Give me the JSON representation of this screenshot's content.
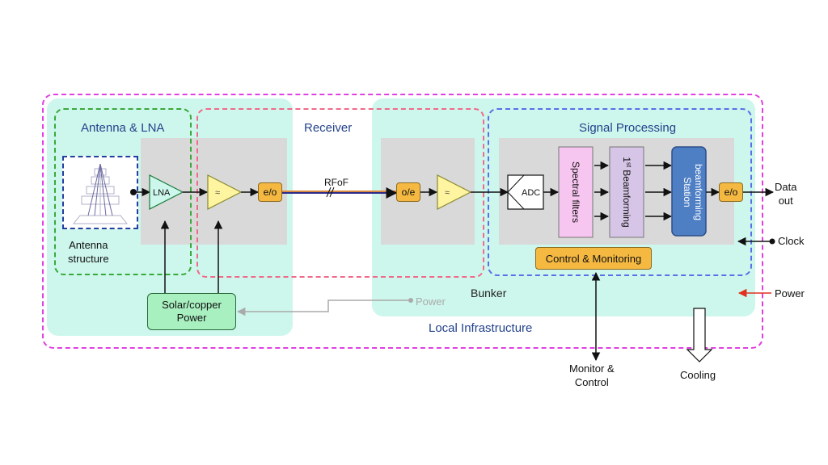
{
  "groups": {
    "antenna_lna": "Antenna & LNA",
    "receiver": "Receiver",
    "signal_processing": "Signal Processing",
    "bunker": "Bunker",
    "local_infrastructure": "Local  Infrastructure"
  },
  "labels": {
    "antenna_structure_1": "Antenna",
    "antenna_structure_2": "structure",
    "lna": "LNA",
    "eo": "e/o",
    "oe": "o/e",
    "rfof": "RFoF",
    "adc": "ADC",
    "spectral_filters": "Spectral filters",
    "beamforming_sup": "st",
    "beamforming_1": "1",
    "beamforming_2": "Beamforming",
    "station_1": "Station",
    "station_2": "beamforming",
    "eo_out": "e/o",
    "control_monitoring": "Control & Monitoring",
    "solar_1": "Solar/copper",
    "solar_2": "Power",
    "power_gray": "Power",
    "data_out_1": "Data",
    "data_out_2": "out",
    "clock": "Clock",
    "power": "Power",
    "monitor_1": "Monitor &",
    "monitor_2": "Control",
    "cooling": "Cooling"
  },
  "colors": {
    "infra_border": "#e040e0",
    "teal_fill": "#cdf7ec",
    "antenna_border": "#3aa83a",
    "receiver_border": "#f06a8a",
    "signal_border": "#5a6ee8",
    "gray_box": "#d9d9d9",
    "orange": "#f5b942",
    "amp_fill": "#fff5a0",
    "spectral_fill": "#f7c6f0",
    "beamform_fill": "#d6c5e6",
    "station_fill": "#4e7fc4",
    "solar_fill": "#a8f0c0",
    "power_arrow": "#e03020",
    "fiber": "#2a2a8a"
  }
}
